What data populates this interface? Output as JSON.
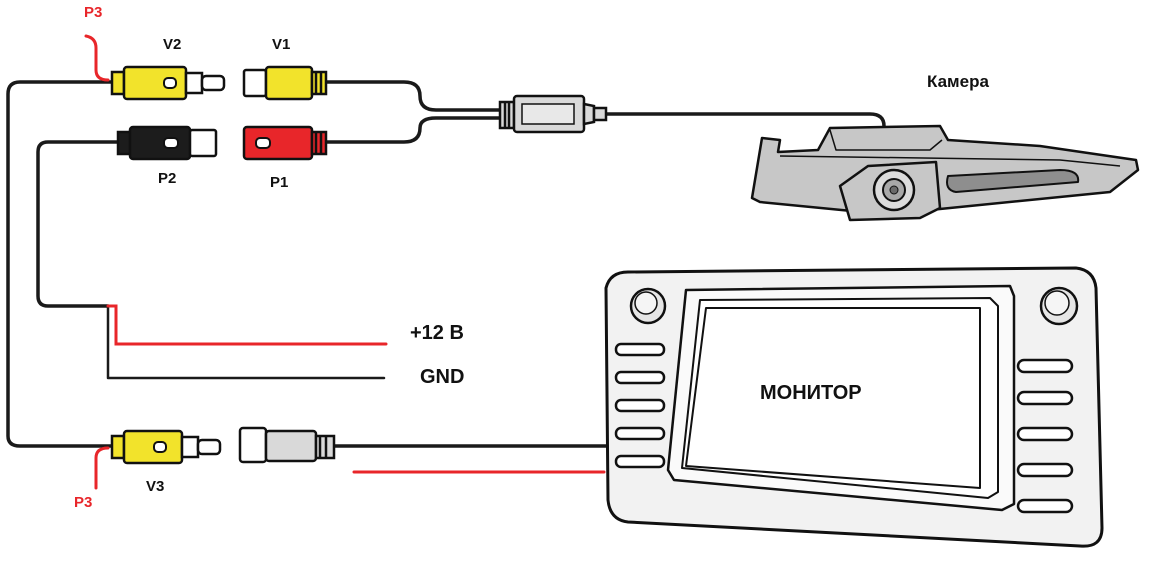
{
  "title": "Схема подключения камеры заднего вида",
  "labels": {
    "p3_top": "P3",
    "v2": "V2",
    "v1": "V1",
    "p2": "P2",
    "p1": "P1",
    "camera": "Камера",
    "power": "+12 B",
    "gnd": "GND",
    "monitor": "МОНИТОР",
    "v3": "V3",
    "p3_bottom": "P3"
  },
  "colors": {
    "wire": "#1a1a1a",
    "wire_red": "#e8262a",
    "rca_yellow": "#f2e32b",
    "rca_red": "#e8262a",
    "rca_black": "#1c1c1c",
    "connector_gray": "#d9d9d9",
    "camera_body": "#c7c7c7",
    "monitor_frame": "#f2f2f2",
    "stroke": "#111111"
  }
}
